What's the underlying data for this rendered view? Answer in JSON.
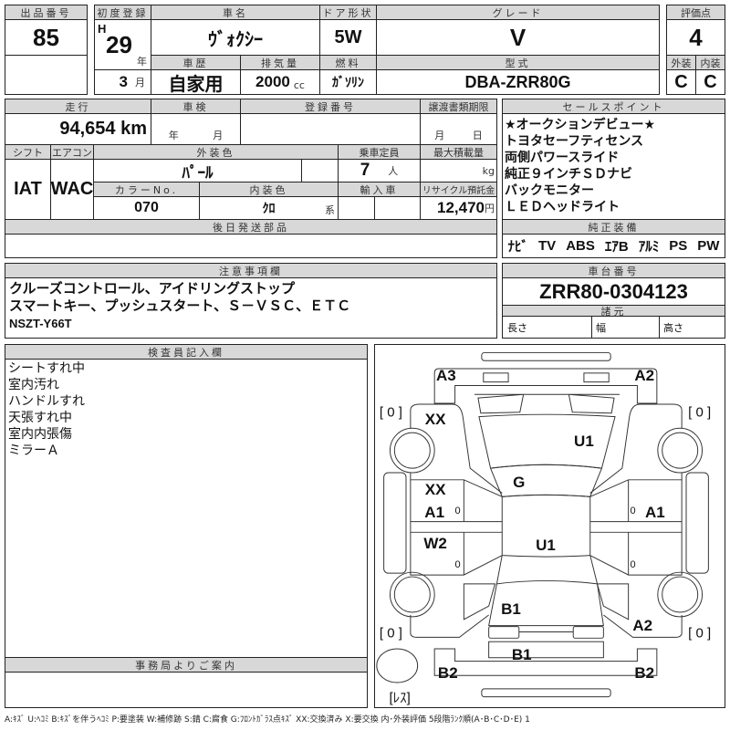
{
  "lot": {
    "label": "出品番号",
    "value": "85"
  },
  "first_reg": {
    "label": "初度登録",
    "era": "H",
    "year": "29",
    "year_unit": "年",
    "month": "3",
    "month_unit": "月"
  },
  "car_name": {
    "label": "車名",
    "value": "ｳﾞｫｸｼｰ"
  },
  "door": {
    "label": "ドア形状",
    "value": "5W"
  },
  "grade": {
    "label": "グレード",
    "value": "V"
  },
  "score": {
    "label": "評価点",
    "value": "4",
    "ext_label": "外装",
    "int_label": "内装",
    "ext": "C",
    "int": "C"
  },
  "history": {
    "label": "車歴",
    "value": "自家用"
  },
  "displacement": {
    "label": "排気量",
    "value": "2000",
    "unit": "cc"
  },
  "fuel": {
    "label": "燃料",
    "value": "ｶﾞｿﾘﾝ"
  },
  "model": {
    "label": "型式",
    "value": "DBA-ZRR80G"
  },
  "mileage": {
    "label": "走行",
    "value": "94,654 km"
  },
  "inspection": {
    "label": "車検",
    "year_unit": "年",
    "month_unit": "月"
  },
  "registration": {
    "label": "登録番号"
  },
  "transfer": {
    "label": "譲渡書類期限",
    "month_unit": "月",
    "day_unit": "日"
  },
  "shift": {
    "label": "シフト",
    "value": "IAT"
  },
  "aircon": {
    "label": "エアコン",
    "value": "WAC"
  },
  "exterior_color": {
    "label": "外装色",
    "value": "ﾊﾟｰﾙ"
  },
  "capacity": {
    "label": "乗車定員",
    "value": "7",
    "unit": "人"
  },
  "max_load": {
    "label": "最大積載量",
    "unit": "kg"
  },
  "color_no": {
    "label": "カラーNo.",
    "value": "070"
  },
  "interior_color": {
    "label": "内装色",
    "value": "ｸﾛ",
    "suffix": "系"
  },
  "import": {
    "label": "輸入車"
  },
  "recycle": {
    "label": "リサイクル預託金",
    "value": "12,470",
    "unit": "円"
  },
  "later_parts": {
    "label": "後日発送部品"
  },
  "sales_points": {
    "label": "セールスポイント",
    "items": [
      "★オークションデビュー★",
      "トヨタセーフティセンス",
      "両側パワースライド",
      "純正９インチＳＤナビ",
      "バックモニター",
      "ＬＥＤヘッドライト"
    ]
  },
  "equipment": {
    "label": "純正装備",
    "items": [
      "ﾅﾋﾞ",
      "TV",
      "ABS",
      "ｴｱB",
      "ｱﾙﾐ",
      "PS",
      "PW"
    ]
  },
  "notes": {
    "label": "注意事項欄",
    "lines": [
      "クルーズコントロール、アイドリングストップ",
      "スマートキー、プッシュスタート、Ｓ－ＶＳＣ、ＥＴＣ",
      "NSZT-Y66T"
    ]
  },
  "chassis": {
    "label": "車台番号",
    "value": "ZRR80-0304123"
  },
  "specs": {
    "label": "諸元",
    "length": "長さ",
    "width": "幅",
    "height": "高さ"
  },
  "inspector": {
    "label": "検査員記入欄",
    "items": [
      "シートすれ中",
      "室内汚れ",
      "ハンドルすれ",
      "天張すれ中",
      "室内内張傷",
      "ミラーＡ"
    ]
  },
  "office": {
    "label": "事務局よりご案内"
  },
  "diagram": {
    "marks": [
      "A3",
      "A2",
      "[ 0 ]",
      "[ 0 ]",
      "XX",
      "U1",
      "G",
      "XX",
      "A1",
      "0",
      "0",
      "A1",
      "W2",
      "U1",
      "0",
      "0",
      "B1",
      "A2",
      "[ 0 ]",
      "[ 0 ]",
      "B1",
      "B2",
      "B2",
      "[ﾚｽ]"
    ]
  },
  "legend": "A:ｷｽﾞ U:ﾍｺﾐ B:ｷｽﾞを伴うﾍｺﾐ P:要塗装 W:補修跡 S:錆 C:腐食 G:ﾌﾛﾝﾄｶﾞﾗｽ点ｷｽﾞ XX:交換済み X:要交換 内･外装評価 5段階ﾗﾝｸ順(A･B･C･D･E) 1"
}
